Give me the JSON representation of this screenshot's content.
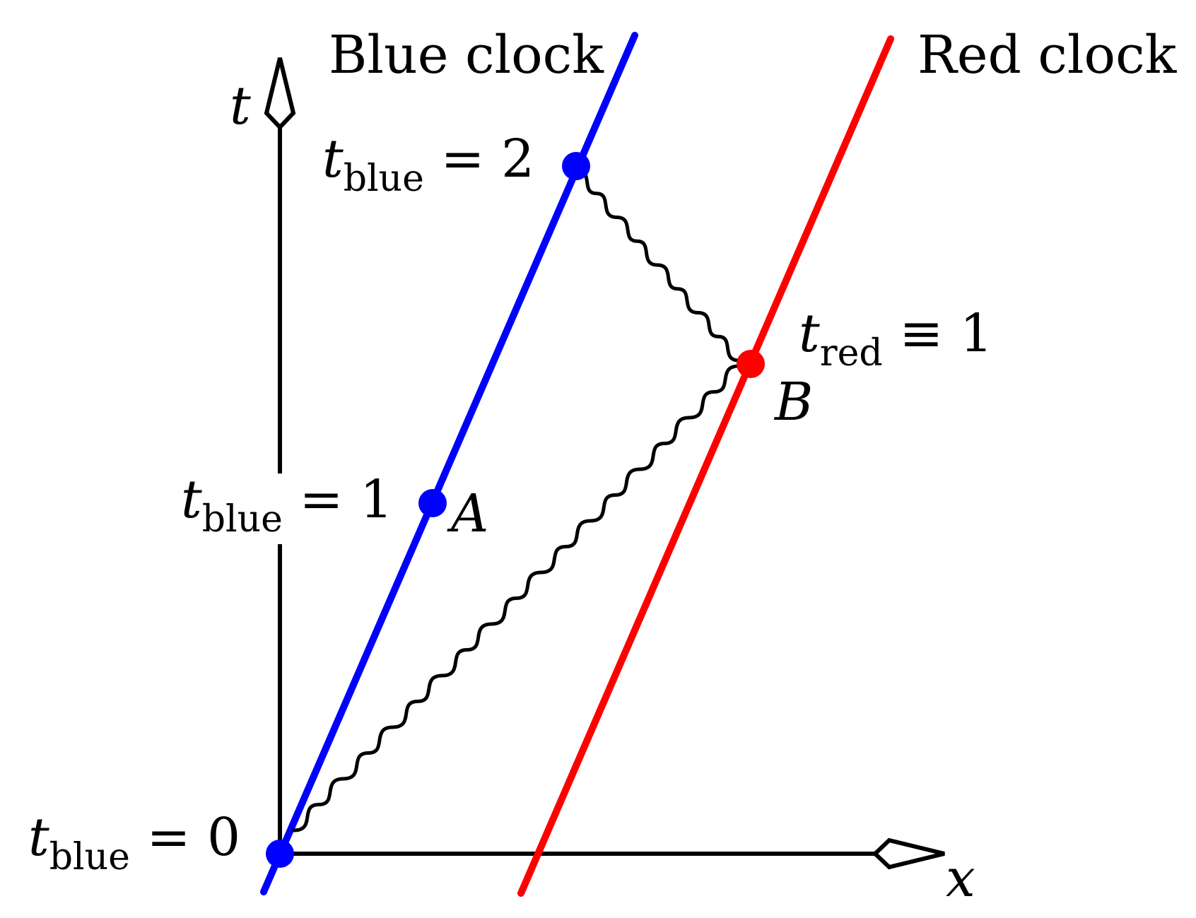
{
  "axes": {
    "t_label": "t",
    "x_label": "x"
  },
  "clocks": {
    "blue": {
      "title": "Blue clock",
      "color": "#0000ff"
    },
    "red": {
      "title": "Red clock",
      "color": "#ff0000"
    }
  },
  "events": {
    "blue0": {
      "var": "t",
      "sub": "blue",
      "rel": " = 0"
    },
    "blue1": {
      "var": "t",
      "sub": "blue",
      "rel": " = 1",
      "name": "A"
    },
    "blue2": {
      "var": "t",
      "sub": "blue",
      "rel": " = 2"
    },
    "red1": {
      "var": "t",
      "sub": "red",
      "rel": " ≡ 1",
      "name": "B"
    }
  },
  "signal_color": "#000000"
}
